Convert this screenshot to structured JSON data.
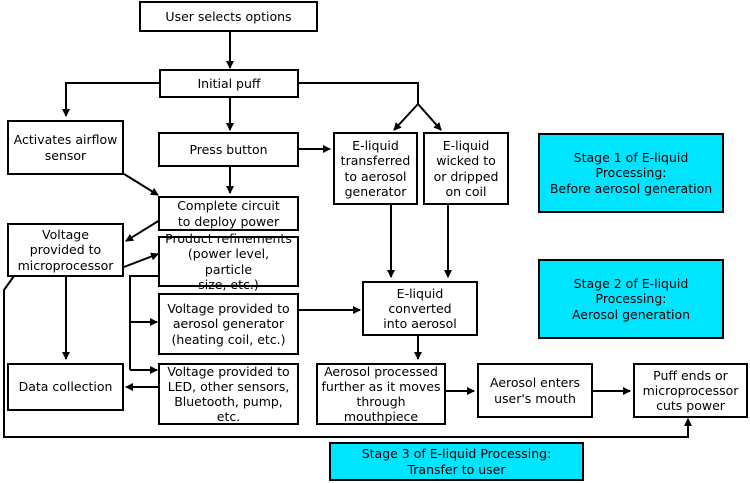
{
  "nodes": {
    "user_selects": "User selects options",
    "initial_puff": "Initial puff",
    "airflow_sensor": "Activates airflow\nsensor",
    "press_button": "Press button",
    "complete_circuit": "Complete circuit\nto deploy power",
    "eliquid_transferred": "E-liquid\ntransferred\nto aerosol\ngenerator",
    "eliquid_wicked": "E-liquid\nwicked to\nor dripped\non coil",
    "voltage_micro": "Voltage\nprovided to\nmicroprocessor",
    "product_refinements": "Product refinements\n(power level, particle\nsize, etc.)",
    "voltage_aerosol": "Voltage provided to\naerosol generator\n(heating coil, etc.)",
    "eliquid_converted": "E-liquid\nconverted\ninto aerosol",
    "data_collection": "Data collection",
    "voltage_led": "Voltage provided to\nLED, other sensors,\nBluetooth, pump, etc.",
    "aerosol_processed": "Aerosol processed\nfurther as it moves\nthrough mouthpiece",
    "aerosol_enters": "Aerosol enters\nuser's mouth",
    "puff_ends": "Puff ends or\nmicroprocessor\ncuts power"
  },
  "stages": {
    "stage1": "Stage 1 of E-liquid\nProcessing:\nBefore aerosol generation",
    "stage2": "Stage 2 of E-liquid\nProcessing:\nAerosol generation",
    "stage3": "Stage 3 of E-liquid Processing:\nTransfer to user"
  },
  "colors": {
    "stage_fill": "#00e5ff",
    "stroke": "#000000"
  }
}
